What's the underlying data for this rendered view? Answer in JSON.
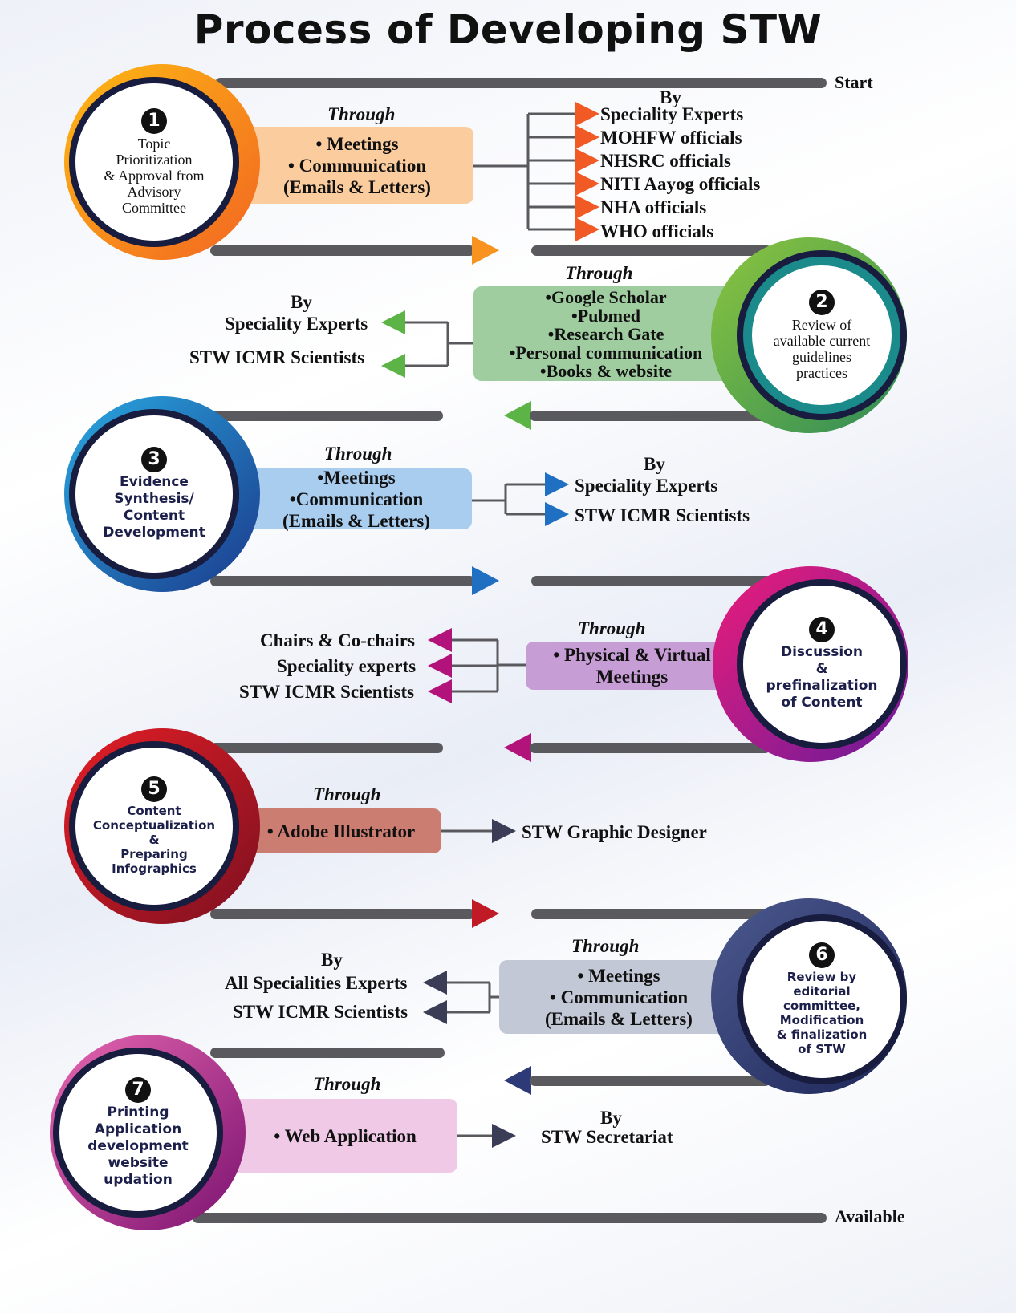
{
  "title": "Process of Developing STW",
  "start_label": "Start",
  "end_label": "Available",
  "steps": [
    {
      "number": "1",
      "name": "Topic Prioritization & Approval from Advisory Committee",
      "lines": [
        "Topic",
        "Prioritization",
        "& Approval from",
        "Advisory",
        "Committee"
      ],
      "through": "Through",
      "methods": [
        "• Meetings",
        "• Communication",
        "(Emails & Letters)"
      ],
      "by": "By",
      "targets": [
        "Speciality Experts",
        "MOHFW officials",
        "NHSRC officials",
        "NITI Aayog officials",
        "NHA officials",
        "WHO officials"
      ],
      "color": "#f7931e"
    },
    {
      "number": "2",
      "name": "Review of available current guidelines practices",
      "lines": [
        "Review of",
        "available current",
        "guidelines",
        "practices"
      ],
      "through": "Through",
      "methods": [
        "•Google Scholar",
        "•Pubmed",
        "•Research Gate",
        "•Personal communication",
        "•Books & website"
      ],
      "by": "By",
      "targets": [
        "Speciality Experts",
        "STW ICMR Scientists"
      ],
      "color": "#5cb346"
    },
    {
      "number": "3",
      "name": "Evidence Synthesis/ Content Development",
      "lines": [
        "Evidence",
        "Synthesis/",
        "Content",
        "Development"
      ],
      "through": "Through",
      "methods": [
        "•Meetings",
        "•Communication",
        "(Emails & Letters)"
      ],
      "by": "By",
      "targets": [
        "Speciality Experts",
        "STW ICMR Scientists"
      ],
      "color": "#1f6fc2"
    },
    {
      "number": "4",
      "name": "Discussion & prefinalization of Content",
      "lines": [
        "Discussion",
        "&",
        "prefinalization",
        "of Content"
      ],
      "through": "Through",
      "methods": [
        "• Physical & Virtual",
        "Meetings"
      ],
      "targets": [
        "Chairs & Co-chairs",
        "Speciality experts",
        "STW ICMR Scientists"
      ],
      "color": "#b2137a"
    },
    {
      "number": "5",
      "name": "Content Conceptualization & Preparing Infographics",
      "lines": [
        "Content",
        "Conceptualization",
        "&",
        "Preparing",
        "Infographics"
      ],
      "through": "Through",
      "methods": [
        "• Adobe Illustrator"
      ],
      "targets": [
        "STW Graphic Designer"
      ],
      "color": "#c01a27"
    },
    {
      "number": "6",
      "name": "Review by editorial committee, Modification & finalization of STW",
      "lines": [
        "Review by",
        "editorial",
        "committee,",
        "Modification",
        "& finalization",
        "of STW"
      ],
      "through": "Through",
      "methods": [
        "• Meetings",
        "• Communication",
        "(Emails & Letters)"
      ],
      "by": "By",
      "targets": [
        "All Specialities Experts",
        "STW ICMR Scientists"
      ],
      "color": "#2e3a78"
    },
    {
      "number": "7",
      "name": "Printing Application development website updation",
      "lines": [
        "Printing",
        "Application",
        "development",
        "website",
        "updation"
      ],
      "through": "Through",
      "methods": [
        "• Web Application"
      ],
      "by": "By",
      "targets": [
        "STW Secretariat"
      ],
      "color": "#a3176f"
    }
  ]
}
